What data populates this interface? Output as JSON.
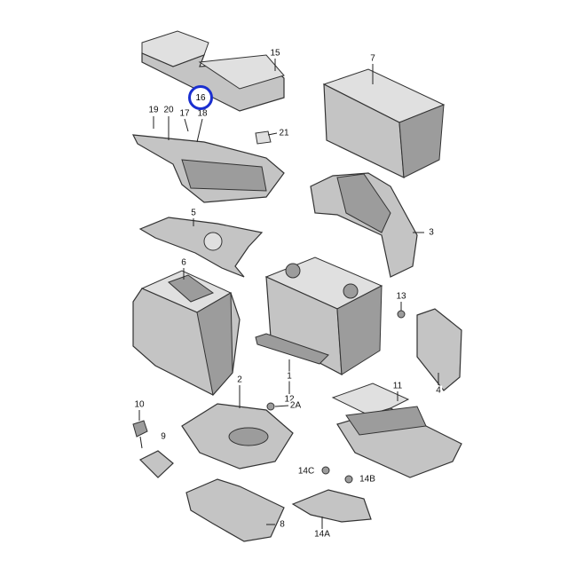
{
  "diagram": {
    "labels": [
      "15",
      "7",
      "19",
      "20",
      "17",
      "18",
      "21",
      "5",
      "3",
      "6",
      "13",
      "1",
      "4",
      "12",
      "2",
      "2A",
      "10",
      "9",
      "11",
      "14C",
      "14B",
      "8",
      "14A"
    ],
    "highlighted_label": "16",
    "highlight_color": "#1a2fd0"
  }
}
